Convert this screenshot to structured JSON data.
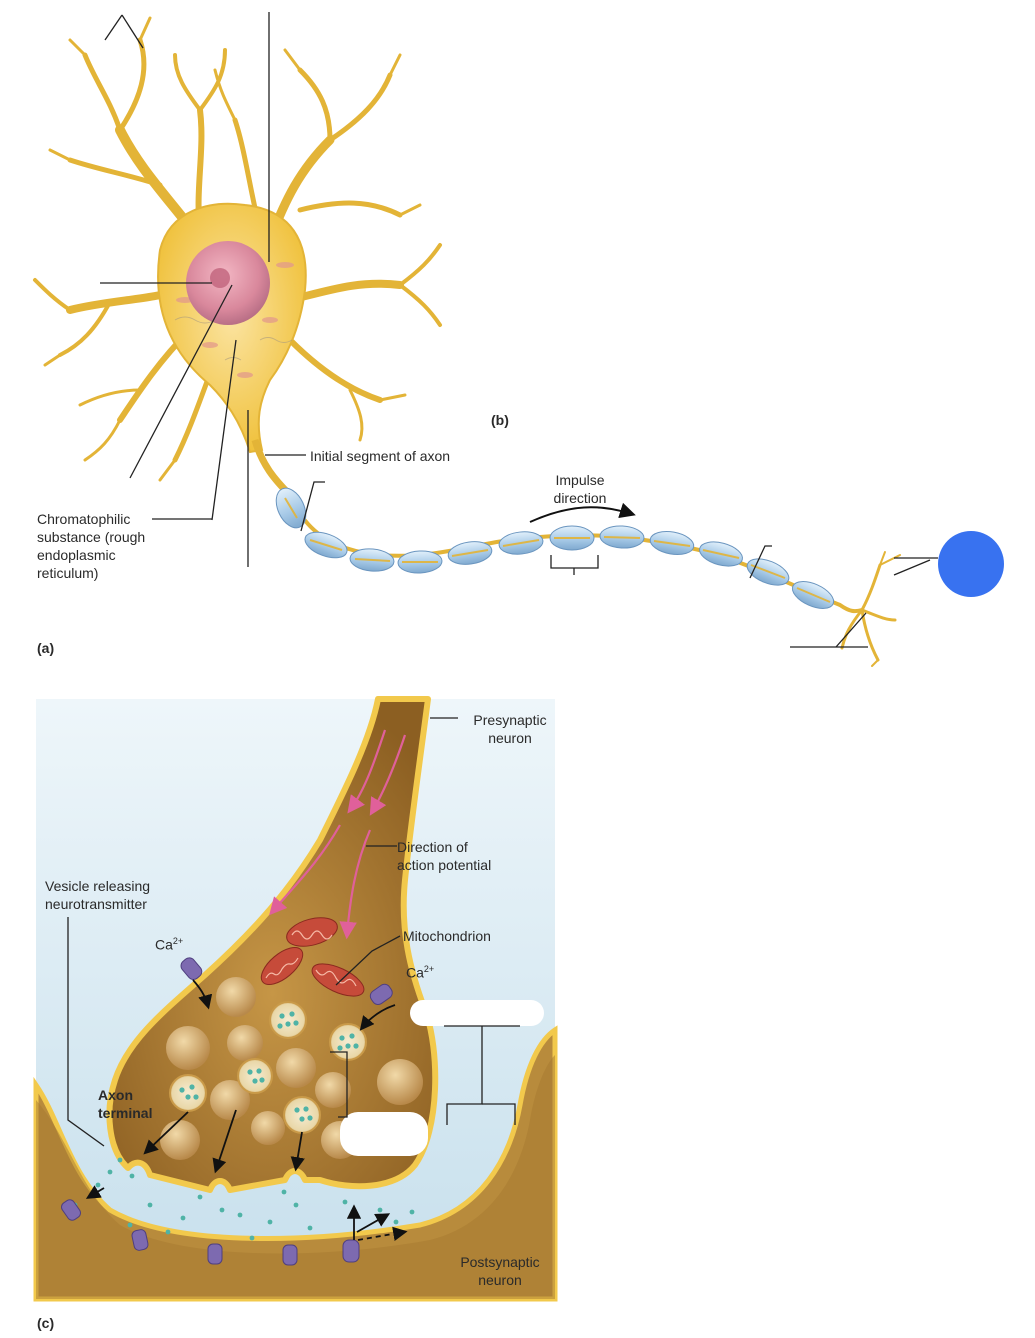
{
  "labels": {
    "initial_segment": "Initial segment of axon",
    "chromatophilic": "Chromatophilic\nsubstance (rough\nendoplasmic\nreticulum)",
    "impulse_direction": "Impulse\ndirection",
    "presynaptic": "Presynaptic\nneuron",
    "direction_ap": "Direction of\naction potential",
    "vesicle_releasing": "Vesicle releasing\nneurotransmitter",
    "mitochondrion": "Mitochondrion",
    "calcium": "Ca",
    "calcium_charge": "2+",
    "axon_terminal": "Axon\nterminal",
    "postsynaptic": "Postsynaptic\nneuron"
  },
  "panels": {
    "a": "(a)",
    "b": "(b)",
    "c": "(c)"
  },
  "colors": {
    "neuron_yellow": "#f2c94c",
    "myelin_blue": "#a9cbe8",
    "nucleus_pink": "#d9889c",
    "terminal_brown": "#a8772e",
    "cleft_blue": "#cfe4ef",
    "marker_blue": "#3872f0",
    "axon_arrow_pink": "#e0609a"
  }
}
